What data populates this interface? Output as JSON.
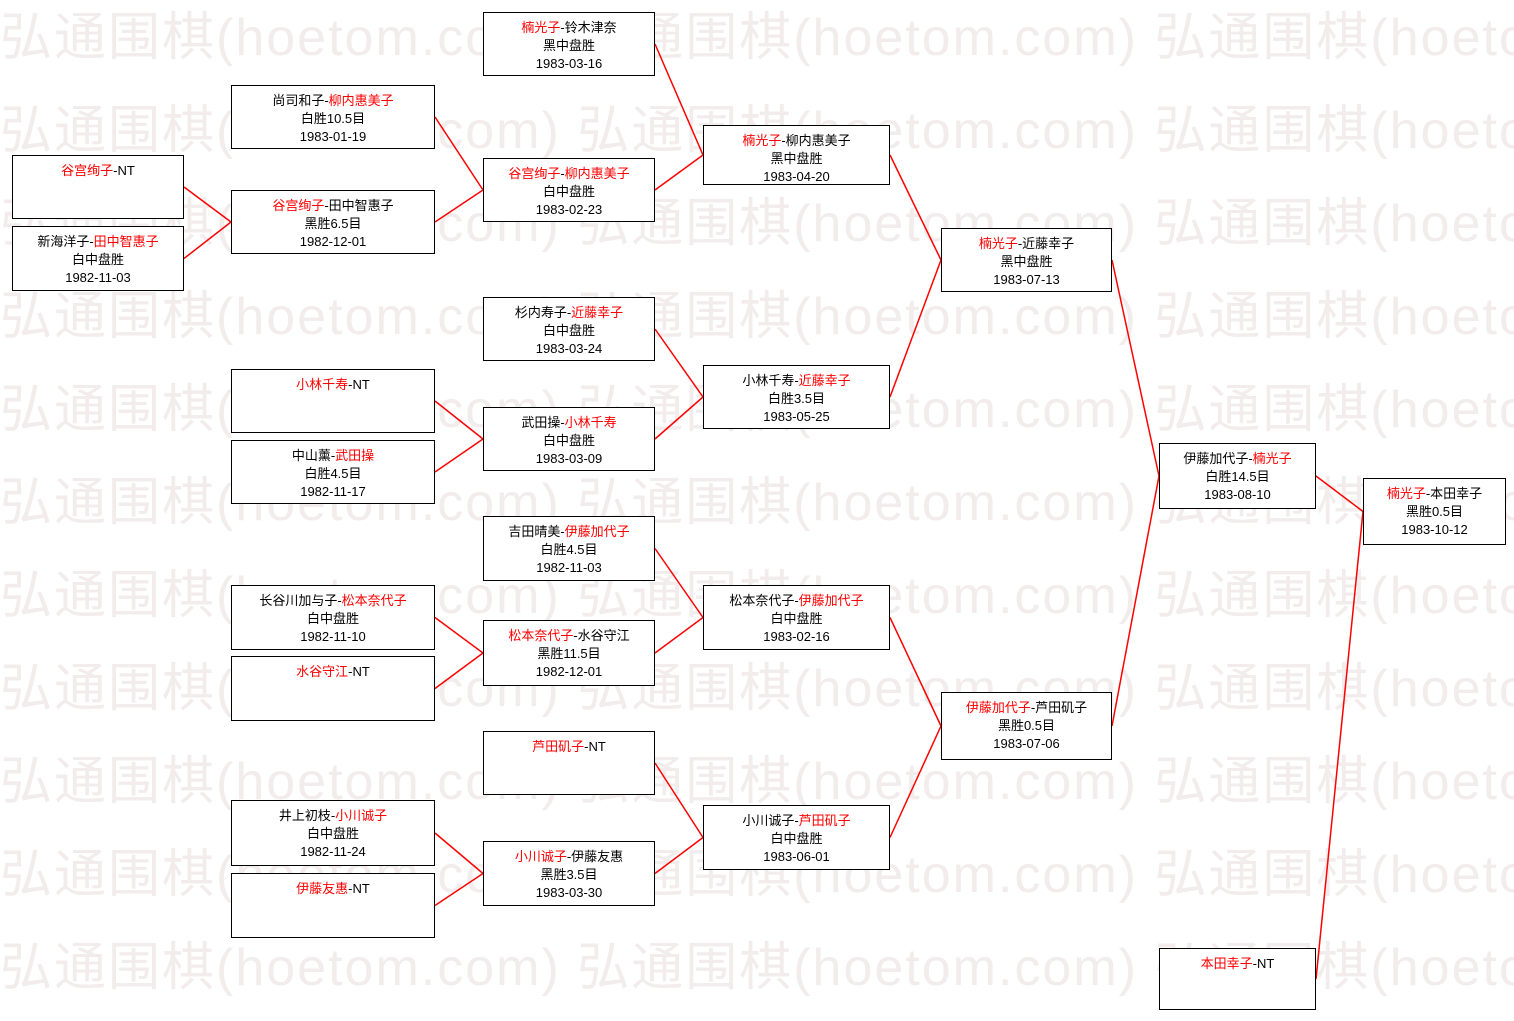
{
  "watermark": {
    "text": "弘通围棋(hoetom.com)"
  },
  "separator": "-",
  "colors": {
    "highlight": "#ff0000",
    "connector": "#ff0000",
    "text": "#000000",
    "box_border": "#000000",
    "watermark": "#f2ecec",
    "background": "#ffffff"
  },
  "nodes": [
    {
      "p1": "楠光子",
      "p1_red": true,
      "p2": "铃木津奈",
      "p2_red": false,
      "result": "黑中盘胜",
      "date": "1983-03-16"
    },
    {
      "p1": "尚司和子",
      "p1_red": false,
      "p2": "柳内惠美子",
      "p2_red": true,
      "result": "白胜10.5目",
      "date": "1983-01-19"
    },
    {
      "p1": "谷宫绚子",
      "p1_red": true,
      "p2": "NT",
      "p2_red": false,
      "result": "",
      "date": ""
    },
    {
      "p1": "楠光子",
      "p1_red": true,
      "p2": "柳内惠美子",
      "p2_red": false,
      "result": "黑中盘胜",
      "date": "1983-04-20"
    },
    {
      "p1": "谷宫绚子",
      "p1_red": true,
      "p2": "柳内惠美子",
      "p2_red": true,
      "result": "白中盘胜",
      "date": "1983-02-23"
    },
    {
      "p1": "新海洋子",
      "p1_red": false,
      "p2": "田中智惠子",
      "p2_red": true,
      "result": "白中盘胜",
      "date": "1982-11-03"
    },
    {
      "p1": "谷宫绚子",
      "p1_red": true,
      "p2": "田中智惠子",
      "p2_red": false,
      "result": "黑胜6.5目",
      "date": "1982-12-01"
    },
    {
      "p1": "楠光子",
      "p1_red": true,
      "p2": "近藤幸子",
      "p2_red": false,
      "result": "黑中盘胜",
      "date": "1983-07-13"
    },
    {
      "p1": "杉内寿子",
      "p1_red": false,
      "p2": "近藤幸子",
      "p2_red": true,
      "result": "白中盘胜",
      "date": "1983-03-24"
    },
    {
      "p1": "小林千寿",
      "p1_red": true,
      "p2": "NT",
      "p2_red": false,
      "result": "",
      "date": ""
    },
    {
      "p1": "小林千寿",
      "p1_red": false,
      "p2": "近藤幸子",
      "p2_red": true,
      "result": "白胜3.5目",
      "date": "1983-05-25"
    },
    {
      "p1": "武田操",
      "p1_red": false,
      "p2": "小林千寿",
      "p2_red": true,
      "result": "白中盘胜",
      "date": "1983-03-09"
    },
    {
      "p1": "中山薰",
      "p1_red": false,
      "p2": "武田操",
      "p2_red": true,
      "result": "白胜4.5目",
      "date": "1982-11-17"
    },
    {
      "p1": "伊藤加代子",
      "p1_red": false,
      "p2": "楠光子",
      "p2_red": true,
      "result": "白胜14.5目",
      "date": "1983-08-10"
    },
    {
      "p1": "楠光子",
      "p1_red": true,
      "p2": "本田幸子",
      "p2_red": false,
      "result": "黑胜0.5目",
      "date": "1983-10-12"
    },
    {
      "p1": "吉田晴美",
      "p1_red": false,
      "p2": "伊藤加代子",
      "p2_red": true,
      "result": "白胜4.5目",
      "date": "1982-11-03"
    },
    {
      "p1": "长谷川加与子",
      "p1_red": false,
      "p2": "松本奈代子",
      "p2_red": true,
      "result": "白中盘胜",
      "date": "1982-11-10"
    },
    {
      "p1": "松本奈代子",
      "p1_red": false,
      "p2": "伊藤加代子",
      "p2_red": true,
      "result": "白中盘胜",
      "date": "1983-02-16"
    },
    {
      "p1": "松本奈代子",
      "p1_red": true,
      "p2": "水谷守江",
      "p2_red": false,
      "result": "黑胜11.5目",
      "date": "1982-12-01"
    },
    {
      "p1": "水谷守江",
      "p1_red": true,
      "p2": "NT",
      "p2_red": false,
      "result": "",
      "date": ""
    },
    {
      "p1": "伊藤加代子",
      "p1_red": true,
      "p2": "芦田矶子",
      "p2_red": false,
      "result": "黑胜0.5目",
      "date": "1983-07-06"
    },
    {
      "p1": "芦田矶子",
      "p1_red": true,
      "p2": "NT",
      "p2_red": false,
      "result": "",
      "date": ""
    },
    {
      "p1": "井上初枝",
      "p1_red": false,
      "p2": "小川诚子",
      "p2_red": true,
      "result": "白中盘胜",
      "date": "1982-11-24"
    },
    {
      "p1": "小川诚子",
      "p1_red": false,
      "p2": "芦田矶子",
      "p2_red": true,
      "result": "白中盘胜",
      "date": "1983-06-01"
    },
    {
      "p1": "小川诚子",
      "p1_red": true,
      "p2": "伊藤友惠",
      "p2_red": false,
      "result": "黑胜3.5目",
      "date": "1983-03-30"
    },
    {
      "p1": "伊藤友惠",
      "p1_red": true,
      "p2": "NT",
      "p2_red": false,
      "result": "",
      "date": ""
    },
    {
      "p1": "本田幸子",
      "p1_red": true,
      "p2": "NT",
      "p2_red": false,
      "result": "",
      "date": ""
    }
  ]
}
